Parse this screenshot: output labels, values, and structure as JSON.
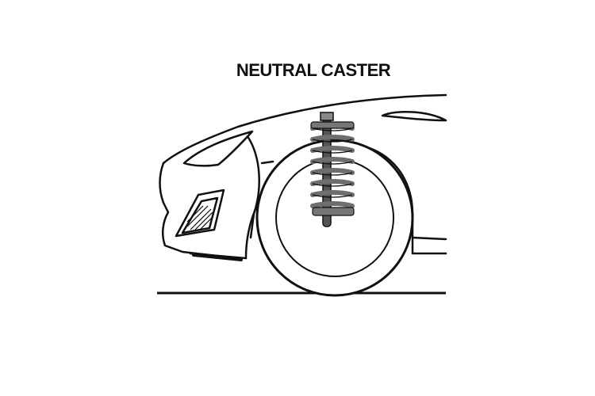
{
  "diagram": {
    "title": "NEUTRAL CASTER",
    "colors": {
      "line": "#111111",
      "spring": "#6e6e6e",
      "background": "#ffffff"
    },
    "parts": [
      "car-body",
      "front-wheel",
      "coilover-spring",
      "ground-line"
    ]
  }
}
